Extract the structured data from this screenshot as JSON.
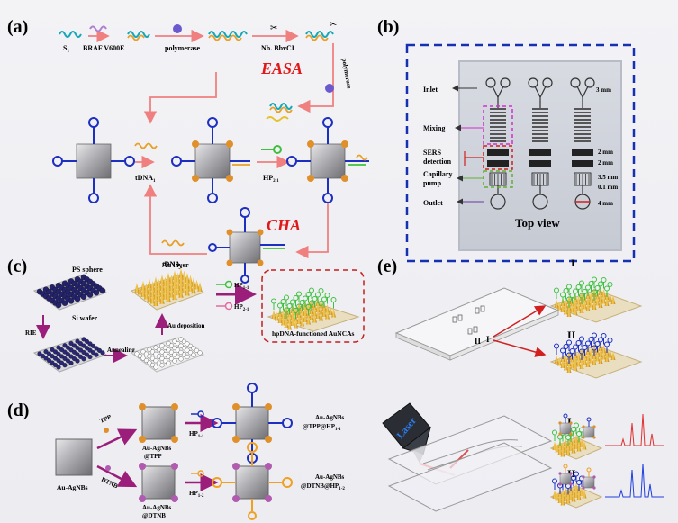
{
  "panels": {
    "a": {
      "label": "(a)",
      "s1": "S",
      "s1_sub": "1",
      "braf": "BRAF V600E",
      "polymerase": "polymerase",
      "nb": "Nb. BbvCI",
      "polymerase_vertical": "polymerase",
      "easa": "EASA",
      "cha": "CHA",
      "tdna_left": "tDNA",
      "tdna_bottom": "tDNA",
      "tdna_sub": "1",
      "hp": "HP",
      "hp_sub": "2-1"
    },
    "b": {
      "label": "(b)",
      "inlet": "Inlet",
      "mixing": "Mixing",
      "sers": "SERS",
      "detection": "detection",
      "capillary": "Capillary",
      "pump": "pump",
      "outlet": "Outlet",
      "dims": [
        "3 mm",
        "2 mm",
        "2 mm",
        "3.5 mm",
        "0.1 mm",
        "4 mm"
      ],
      "top_view": "Top view"
    },
    "c": {
      "label": "(c)",
      "ps_sphere": "PS sphere",
      "si_wafer": "Si wafer",
      "au_layer": "Au layer",
      "rie": "RIE",
      "annealing": "Annealing",
      "au_deposition": "Au deposition",
      "hp11": "HP",
      "hp11_sub": "1-1",
      "hp21": "HP",
      "hp21_sub": "2-1",
      "result": "hpDNA-functioned AuNCAs"
    },
    "d": {
      "label": "(d)",
      "start": "Au-AgNBs",
      "tpp": "TPP",
      "dtnb": "DTNB",
      "tpp_name1": "Au-AgNBs",
      "tpp_name2": "@TPP",
      "dtnb_name1": "Au-AgNBs",
      "dtnb_name2": "@DTNB",
      "hp_top": "HP",
      "hp_top_sub": "1-1",
      "hp_bot": "HP",
      "hp_bot_sub": "1-2",
      "final_top1": "Au-AgNBs",
      "final_top2": "@TPP@HP",
      "final_top_sub": "1-1",
      "final_bot1": "Au-AgNBs",
      "final_bot2": "@DTNB@HP",
      "final_bot_sub": "1-2"
    },
    "e": {
      "label": "(e)",
      "i_top": "I",
      "ii_top": "II",
      "i_mid": "I",
      "ii_mid": "II",
      "i_bottom": "I",
      "ii_bottom": "II",
      "laser": "Laser"
    }
  },
  "colors": {
    "blue_dna": "#1c2fc0",
    "orange_dna": "#f0a020",
    "green_dna": "#3fbf3f",
    "pink_dna": "#e46aa0",
    "red_text": "#e01818",
    "arrow_pink": "#f08080",
    "purple_arrow": "#9b1f7a",
    "dash_blue": "#1530b0",
    "dash_red": "#c41e1e",
    "spectrum_red": "#e03030",
    "spectrum_blue": "#2040e0"
  }
}
